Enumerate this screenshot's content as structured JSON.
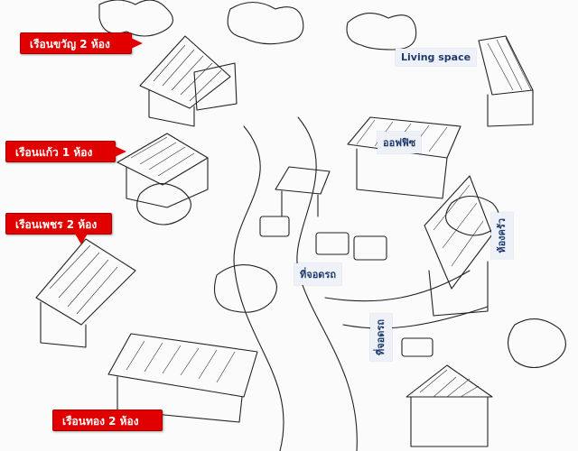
{
  "callout_color": "#e00000",
  "label_bg": "#eef1f7",
  "label_color": "#1f3a6e",
  "callouts": {
    "house1": "เรือนขวัญ 2 ห้อง",
    "house2": "เรือนแก้ว 1 ห้อง",
    "house3": "เรือนเพชร 2 ห้อง",
    "house4": "เรือนทอง 2 ห้อง"
  },
  "labels": {
    "living": "Living space",
    "office": "ออฟฟิซ",
    "parking1": "ที่จอดรถ",
    "parking2": "ที่จอดรถ",
    "kitchen": "ห้องครัว"
  }
}
